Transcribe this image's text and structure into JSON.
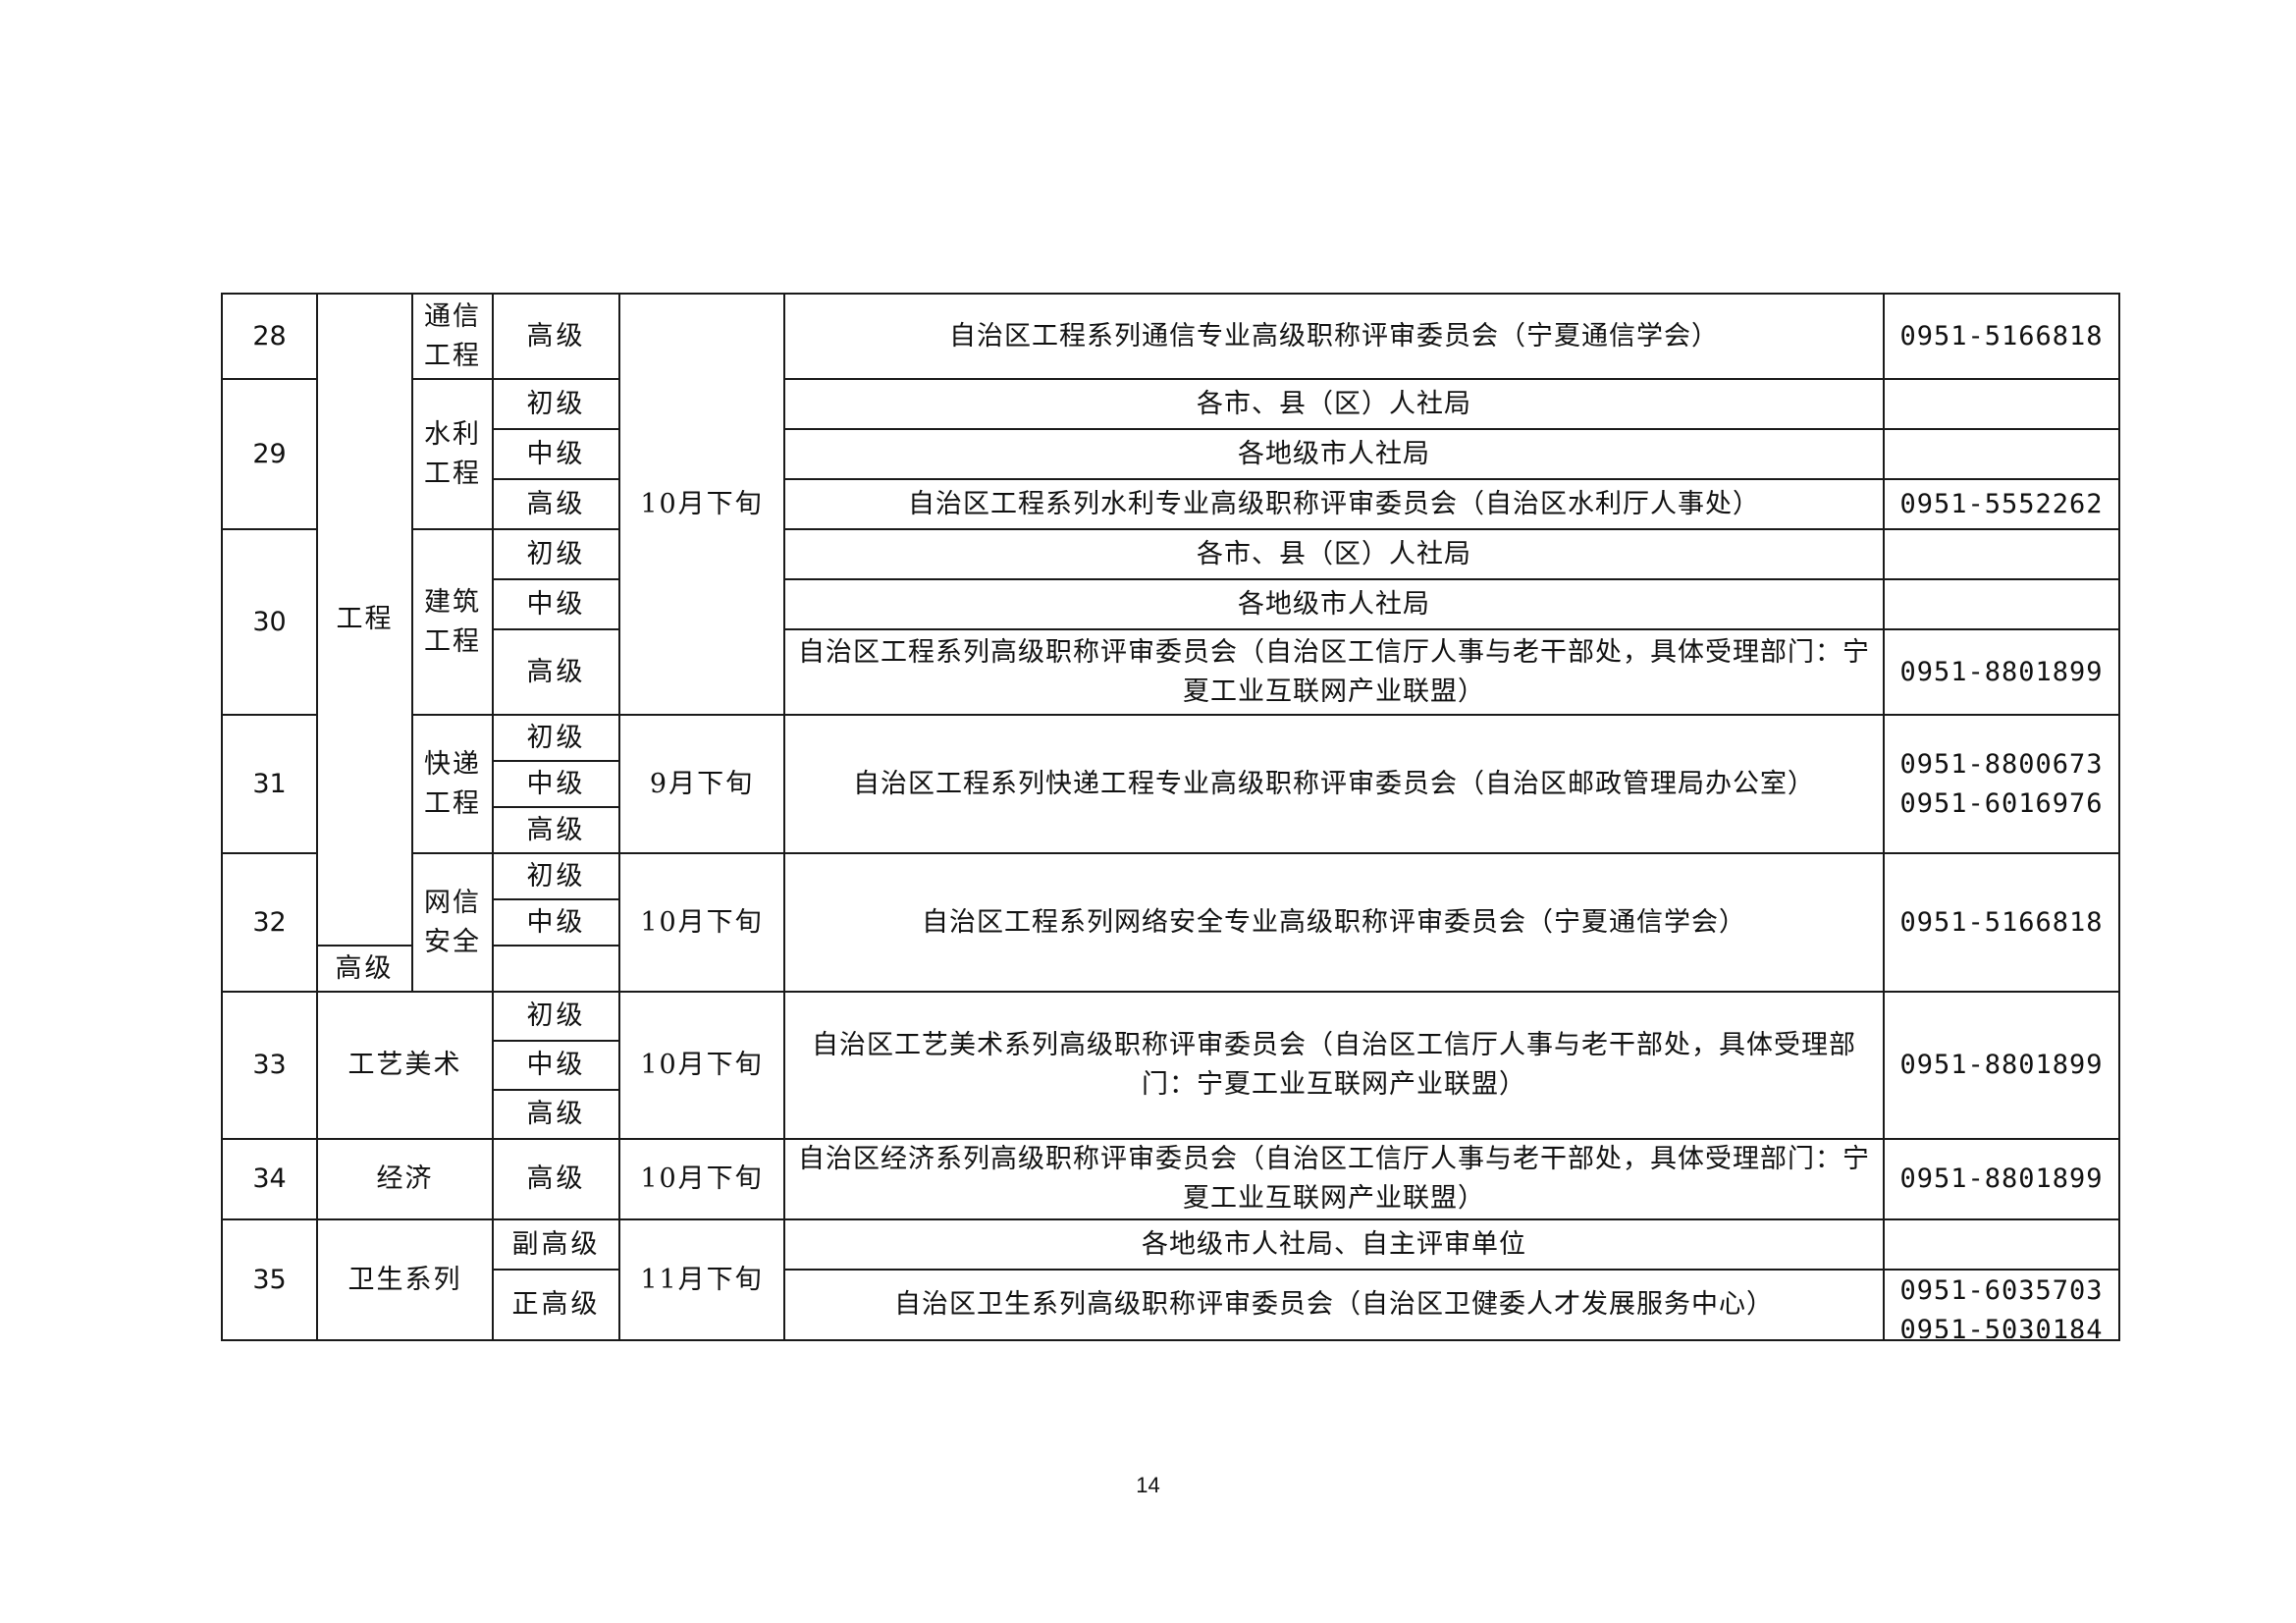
{
  "rows": {
    "r28": {
      "num": "28",
      "prof": "通信工程",
      "level": "高级",
      "org": "自治区工程系列通信专业高级职称评审委员会（宁夏通信学会）",
      "phone": "0951-5166818"
    },
    "r29": {
      "num": "29",
      "prof": "水利工程",
      "levels": [
        "初级",
        "中级",
        "高级"
      ],
      "orgs": [
        "各市、县（区）人社局",
        "各地级市人社局",
        "自治区工程系列水利专业高级职称评审委员会（自治区水利厅人事处）"
      ],
      "phone_high": "0951-5552262"
    },
    "r30": {
      "num": "30",
      "prof": "建筑工程",
      "levels": [
        "初级",
        "中级",
        "高级"
      ],
      "orgs": [
        "各市、县（区）人社局",
        "各地级市人社局",
        "自治区工程系列高级职称评审委员会（自治区工信厅人事与老干部处，具体受理部门：宁夏工业互联网产业联盟）"
      ],
      "phone_high": "0951-8801899"
    },
    "r31": {
      "num": "31",
      "prof": "快递工程",
      "levels": [
        "初级",
        "中级",
        "高级"
      ],
      "time": "9月下旬",
      "org": "自治区工程系列快递工程专业高级职称评审委员会（自治区邮政管理局办公室）",
      "phones": [
        "0951-8800673",
        "0951-6016976"
      ]
    },
    "r32": {
      "num": "32",
      "prof": "网信安全",
      "levels": [
        "初级",
        "中级",
        "高级"
      ],
      "time": "10月下旬",
      "org": "自治区工程系列网络安全专业高级职称评审委员会（宁夏通信学会）",
      "phone": "0951-5166818"
    },
    "r33": {
      "num": "33",
      "series": "工艺美术",
      "levels": [
        "初级",
        "中级",
        "高级"
      ],
      "time": "10月下旬",
      "org": "自治区工艺美术系列高级职称评审委员会（自治区工信厅人事与老干部处，具体受理部门：宁夏工业互联网产业联盟）",
      "phone": "0951-8801899"
    },
    "r34": {
      "num": "34",
      "series": "经济",
      "level": "高级",
      "time": "10月下旬",
      "org": "自治区经济系列高级职称评审委员会（自治区工信厅人事与老干部处，具体受理部门：宁夏工业互联网产业联盟）",
      "phone": "0951-8801899"
    },
    "r35": {
      "num": "35",
      "series": "卫生系列",
      "time": "11月下旬",
      "levels": [
        "副高级",
        "正高级"
      ],
      "orgs": [
        "各地级市人社局、自主评审单位",
        "自治区卫生系列高级职称评审委员会（自治区卫健委人才发展服务中心）"
      ],
      "phones": [
        "0951-6035703",
        "0951-5030184"
      ]
    }
  },
  "engineering_series": "工程",
  "engineering_time": "10月下旬",
  "page_number": "14"
}
